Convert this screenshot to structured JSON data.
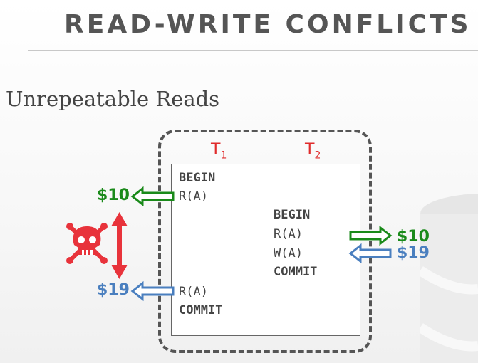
{
  "slide": {
    "title": "READ-WRITE CONFLICTS",
    "subtitle": "Unrepeatable Reads"
  },
  "schedule": {
    "t1": {
      "label": "T",
      "sub": "1",
      "ops": [
        "BEGIN",
        "R(A)",
        "R(A)",
        "COMMIT"
      ]
    },
    "t2": {
      "label": "T",
      "sub": "2",
      "ops": [
        "BEGIN",
        "R(A)",
        "W(A)",
        "COMMIT"
      ]
    }
  },
  "values": {
    "t1_first_read": "$10",
    "t1_second_read": "$19",
    "t2_read": "$10",
    "t2_write": "$19"
  },
  "colors": {
    "green": "#1a8a1a",
    "blue": "#4a7fbf",
    "red": "#e8333b",
    "title": "#555555"
  },
  "icons": [
    "skull-crossbones-icon",
    "double-headed-arrow-icon",
    "database-icon"
  ]
}
